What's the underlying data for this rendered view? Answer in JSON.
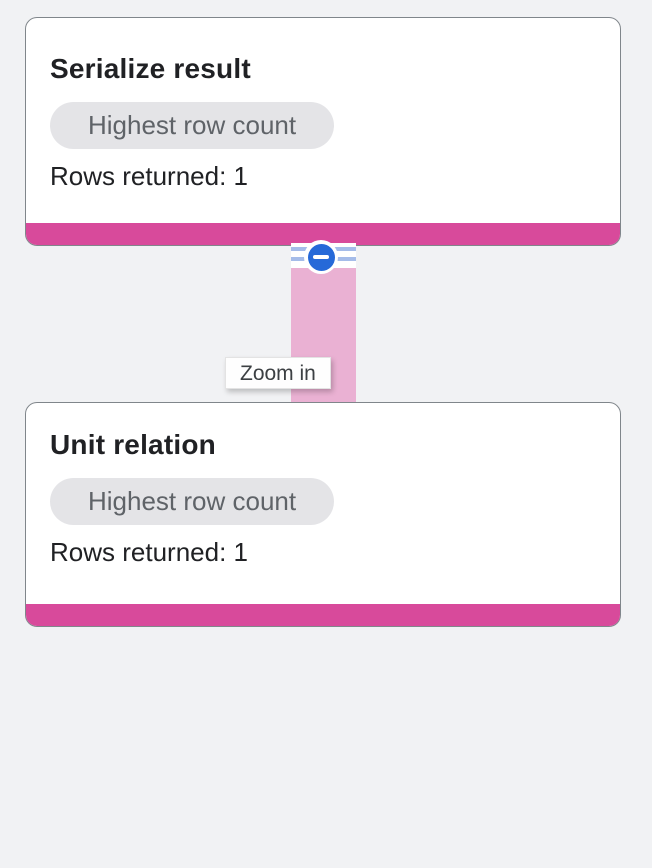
{
  "app": {
    "view": "query-execution-graph"
  },
  "colors": {
    "background": "#f1f2f4",
    "card_background": "#ffffff",
    "card_border": "#80868b",
    "node_accent": "#d84a9b",
    "edge_fill": "#eab1d3",
    "edge_stripe": "#a5bce9",
    "collapse_button_blue": "#2669d8",
    "badge_background": "#e4e4e7",
    "badge_text": "#5f6368",
    "title_text": "#202124",
    "tooltip_text": "#3c4043"
  },
  "icons": {
    "collapse": "minus-circle-icon"
  },
  "graph": {
    "nodes": [
      {
        "title": "Serialize result",
        "badge": "Highest row count",
        "rows": "Rows returned: 1"
      },
      {
        "title": "Unit relation",
        "badge": "Highest row count",
        "rows": "Rows returned: 1"
      }
    ],
    "edge": {
      "tooltip": "Zoom in"
    }
  }
}
